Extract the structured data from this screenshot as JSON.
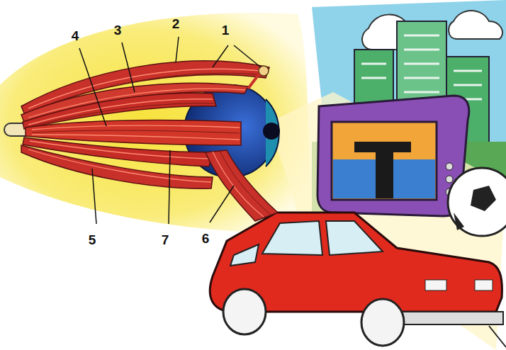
{
  "diagram": {
    "labels": [
      "4",
      "3",
      "2",
      "1",
      "5",
      "7",
      "6"
    ]
  }
}
